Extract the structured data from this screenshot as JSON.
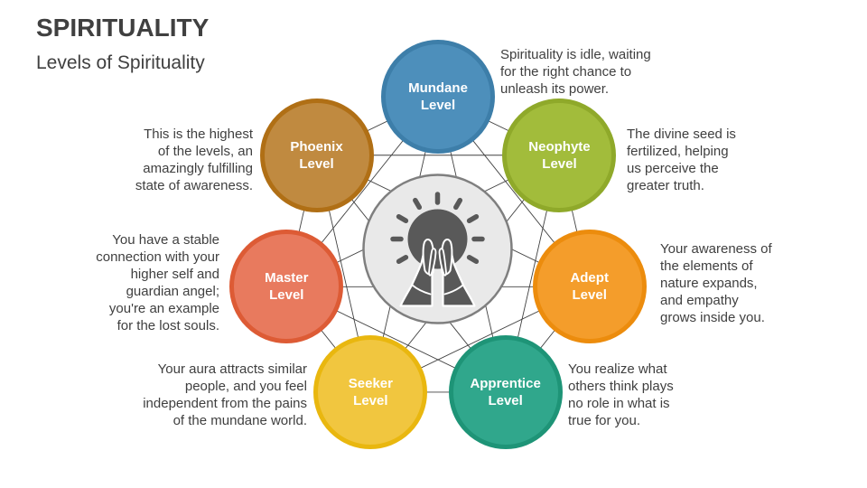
{
  "slide": {
    "title": "SPIRITUALITY",
    "subtitle": "Levels of Spirituality",
    "text_color": "#3F3F3F"
  },
  "center": {
    "icon": "praying-hands-icon",
    "fill": "#E9E9E9",
    "border": "#7F7F7F",
    "icon_color": "#595959",
    "line_color": "#404040"
  },
  "levels": [
    {
      "id": "mundane",
      "label": "Mundane\nLevel",
      "fill": "#4D8FBB",
      "border": "#3D7EA9",
      "description": "Spirituality is idle, waiting\nfor the right chance to\nunleash its power."
    },
    {
      "id": "neophyte",
      "label": "Neophyte\nLevel",
      "fill": "#A2BC3B",
      "border": "#8FA92A",
      "description": "The divine seed is\nfertilized, helping\nus perceive the\ngreater truth."
    },
    {
      "id": "adept",
      "label": "Adept\nLevel",
      "fill": "#F49D2B",
      "border": "#EC8C0D",
      "description": "Your awareness of\nthe elements of\nnature expands,\nand empathy\ngrows inside you."
    },
    {
      "id": "apprentice",
      "label": "Apprentice\nLevel",
      "fill": "#30A78C",
      "border": "#1E9477",
      "description": "You realize what\nothers think plays\nno role in what is\ntrue for you."
    },
    {
      "id": "seeker",
      "label": "Seeker\nLevel",
      "fill": "#F1C63F",
      "border": "#E9B70F",
      "description": "Your aura attracts similar\npeople, and you feel\nindependent from the pains\nof the mundane world."
    },
    {
      "id": "master",
      "label": "Master\nLevel",
      "fill": "#E87A5E",
      "border": "#DD5B35",
      "description": "You have a stable\nconnection with your\nhigher self and\nguardian angel;\nyou're an example\nfor the lost souls."
    },
    {
      "id": "phoenix",
      "label": "Phoenix\nLevel",
      "fill": "#C08A40",
      "border": "#B06F15",
      "description": "This is the highest\nof the levels, an\namazingly fulfilling\nstate of awareness."
    }
  ]
}
